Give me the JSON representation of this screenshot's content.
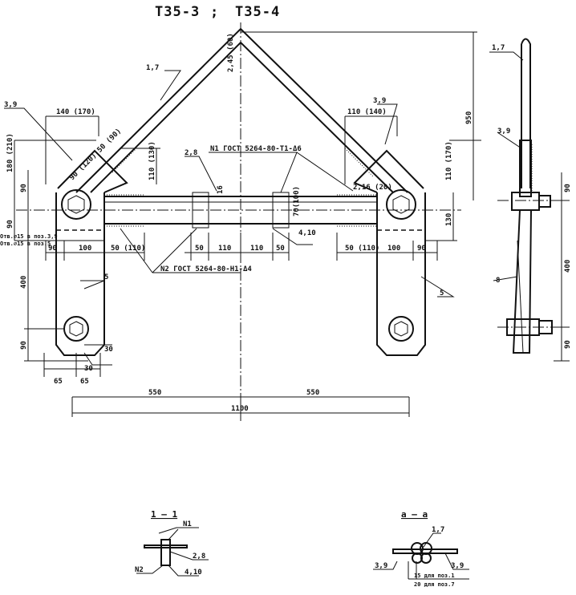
{
  "title": {
    "left": "Т35-3",
    "sep": ";",
    "right": "Т35-4"
  },
  "positions": {
    "p17": "1,7",
    "p39": "3,9",
    "p28": "2,8",
    "p5": "5",
    "p410": "4,10",
    "p5r": "5",
    "p17side": "1,7",
    "p39side": "3,9",
    "p8side": "8"
  },
  "welds": {
    "n1": "N1 ГОСТ 5264-80-Т1-Δ6",
    "n2": "N2 ГОСТ 5264-80-Н1-Δ4",
    "hole39": "Отв.⌀15 в поз.3,9",
    "hole5": "Отв.⌀15 в поз.5"
  },
  "dims": {
    "d140_170": "140 (170)",
    "d110_140": "110 (140)",
    "d180_210": "180 (210)",
    "d90a": "90",
    "d90b": "90",
    "d90c": "90",
    "d100a": "100",
    "d50_110a": "50 (110)",
    "d90_120_50_90": "90 (120) 50 (90)",
    "d110_130": "110 (130)",
    "d245_60": "2,45 (60)",
    "d216_20": "2,16 (20)",
    "d16": "16",
    "d70_100": "70(100)",
    "d50a": "50",
    "d110a": "110",
    "d110b": "110",
    "d50b": "50",
    "d50_110b": "50 (110)",
    "d100b": "100",
    "d90d": "90",
    "d950": "950",
    "d110_170": "110 (170)",
    "d130": "130",
    "d400": "400",
    "d90e": "90",
    "d30a": "30",
    "d30b": "30",
    "d65a": "65",
    "d65b": "65",
    "d550a": "550",
    "d550b": "550",
    "d1100": "1100",
    "s90a": "90",
    "s400": "400",
    "s90b": "90"
  },
  "sections": {
    "s11": {
      "title": "1 – 1",
      "n1": "N1",
      "p28": "2,8",
      "n2": "N2",
      "p410": "4,10"
    },
    "saa": {
      "title": "а – а",
      "p17": "1,7",
      "p39l": "3,9",
      "p39r": "3,9",
      "note1": "15 для поз.1",
      "note2": "20 для поз.7"
    }
  }
}
